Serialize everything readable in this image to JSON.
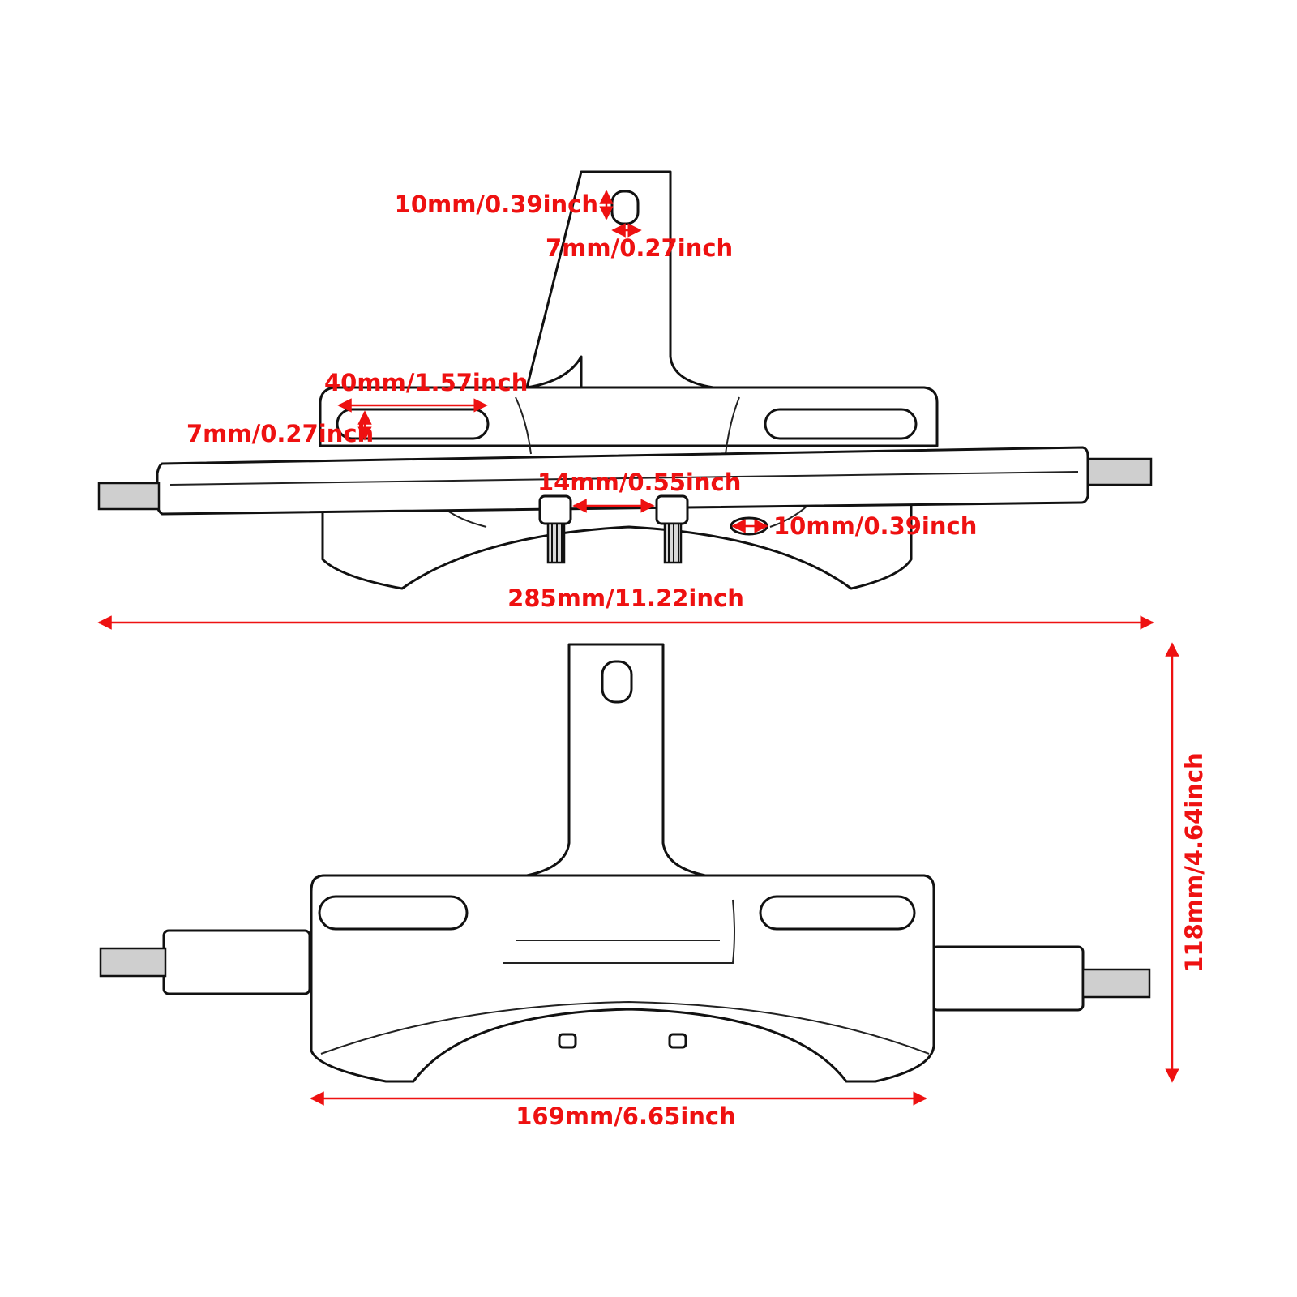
{
  "colors": {
    "dimension": "#ee1111",
    "outline": "#111111",
    "background": "#ffffff"
  },
  "top_view": {
    "slot_height": "10mm/0.39inch",
    "slot_width": "7mm/0.27inch",
    "side_slot_length": "40mm/1.57inch",
    "side_slot_width": "7mm/0.27inch",
    "stud_spacing": "14mm/0.55inch",
    "hole_diameter": "10mm/0.39inch",
    "overall_length": "285mm/11.22inch"
  },
  "front_view": {
    "plate_width": "169mm/6.65inch",
    "overall_height": "118mm/4.64inch"
  }
}
